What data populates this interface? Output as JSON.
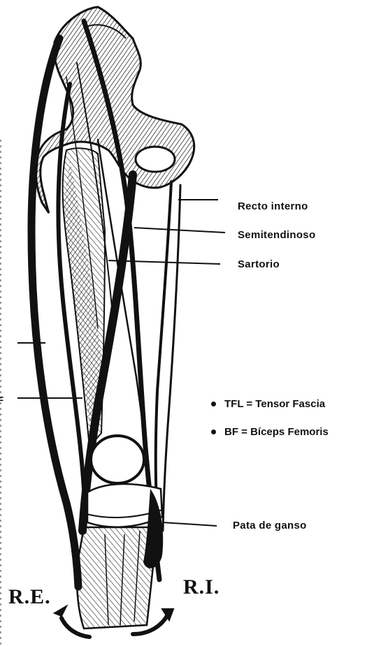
{
  "labels": {
    "recto_interno": "Recto interno",
    "semitendinoso": "Semitendinoso",
    "sartorio": "Sartorio",
    "pata_de_ganso": "Pata de ganso"
  },
  "legend": [
    {
      "abbr": "TFL",
      "text": "TFL = Tensor Fascia"
    },
    {
      "abbr": "BF",
      "text": "BF = Bíceps Femoris"
    }
  ],
  "rotation_marks": {
    "external": "R.E.",
    "internal": "R.I."
  },
  "colors": {
    "ink": "#111111",
    "background": "#ffffff"
  }
}
